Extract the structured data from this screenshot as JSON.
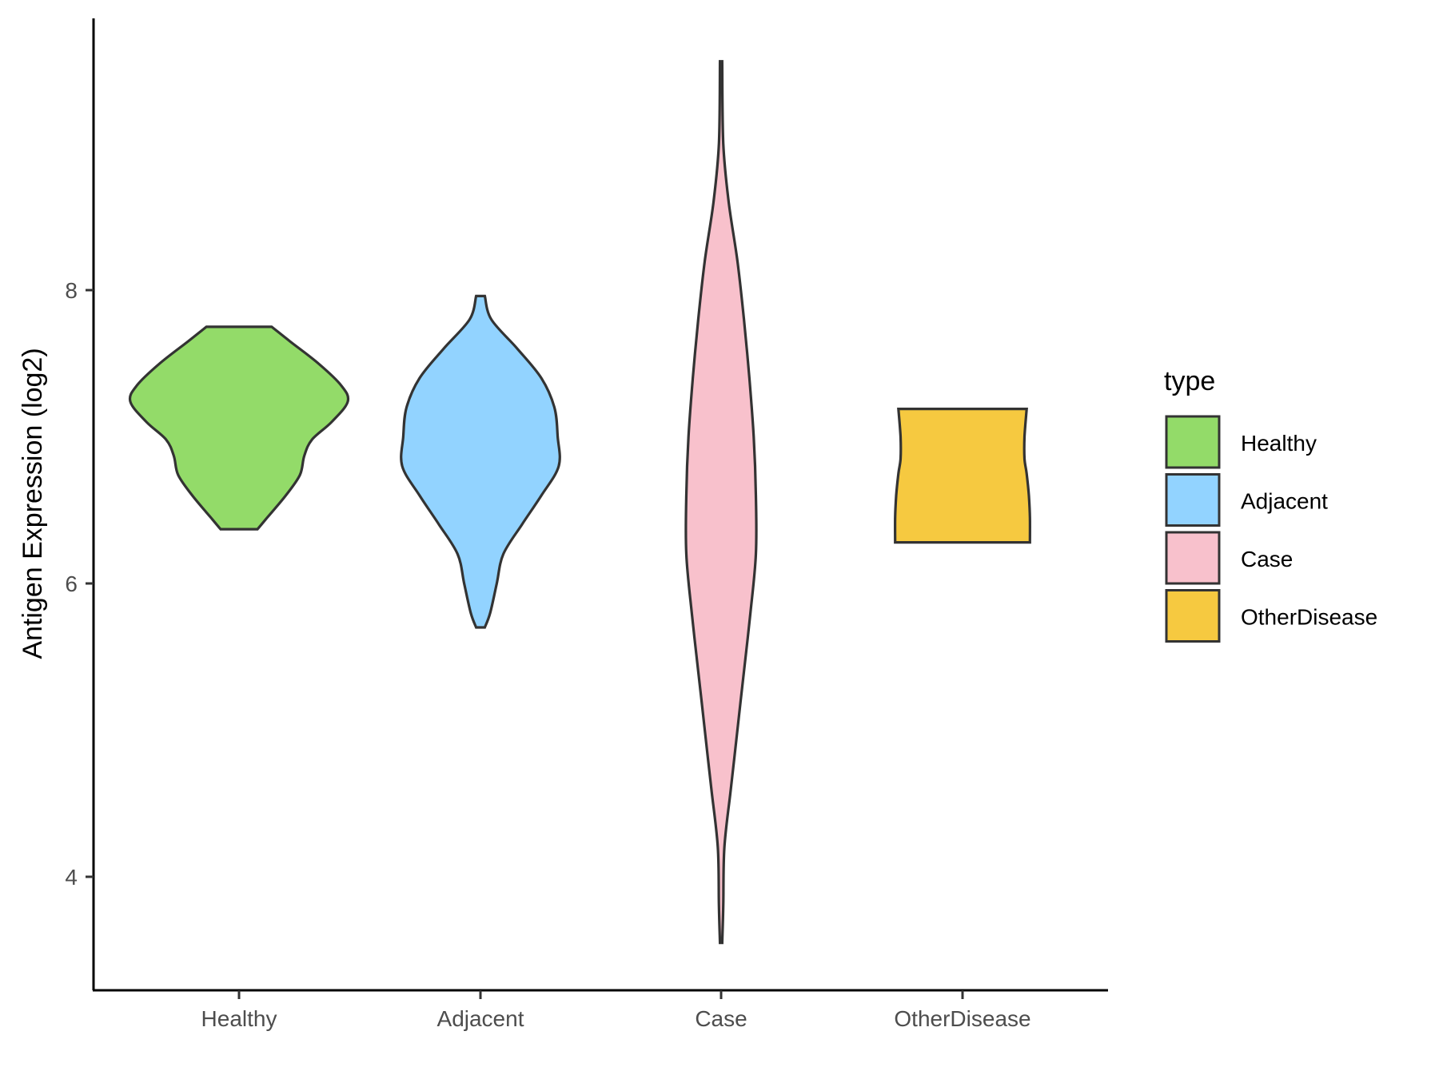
{
  "chart_data": {
    "type": "violin",
    "title": "",
    "xlabel": "",
    "ylabel": "Antigen Expression (log2)",
    "categories": [
      "Healthy",
      "Adjacent",
      "Case",
      "OtherDisease"
    ],
    "yticks": [
      4,
      6,
      8
    ],
    "ylim": [
      3.2,
      9.85
    ],
    "grid": false,
    "legend": {
      "title": "type",
      "position": "right",
      "entries": [
        "Healthy",
        "Adjacent",
        "Case",
        "OtherDisease"
      ]
    },
    "colors": {
      "Healthy": "#93DB69",
      "Adjacent": "#92D3FF",
      "Case": "#F8C1CC",
      "OtherDisease": "#F6C940"
    },
    "series": [
      {
        "name": "Healthy",
        "profile": [
          [
            7.75,
            0.3
          ],
          [
            7.65,
            0.47
          ],
          [
            7.5,
            0.73
          ],
          [
            7.35,
            0.94
          ],
          [
            7.24,
            1.0
          ],
          [
            7.1,
            0.85
          ],
          [
            6.98,
            0.67
          ],
          [
            6.87,
            0.6
          ],
          [
            6.74,
            0.56
          ],
          [
            6.6,
            0.43
          ],
          [
            6.45,
            0.26
          ],
          [
            6.37,
            0.17
          ]
        ]
      },
      {
        "name": "Adjacent",
        "profile": [
          [
            7.96,
            0.04
          ],
          [
            7.8,
            0.1
          ],
          [
            7.6,
            0.34
          ],
          [
            7.4,
            0.56
          ],
          [
            7.2,
            0.68
          ],
          [
            7.0,
            0.71
          ],
          [
            6.8,
            0.72
          ],
          [
            6.6,
            0.56
          ],
          [
            6.4,
            0.38
          ],
          [
            6.2,
            0.21
          ],
          [
            6.0,
            0.15
          ],
          [
            5.8,
            0.09
          ],
          [
            5.7,
            0.04
          ]
        ]
      },
      {
        "name": "Case",
        "profile": [
          [
            9.56,
            0.01
          ],
          [
            9.0,
            0.02
          ],
          [
            8.6,
            0.07
          ],
          [
            8.2,
            0.15
          ],
          [
            7.8,
            0.21
          ],
          [
            7.4,
            0.26
          ],
          [
            7.0,
            0.3
          ],
          [
            6.6,
            0.32
          ],
          [
            6.2,
            0.32
          ],
          [
            5.8,
            0.27
          ],
          [
            5.4,
            0.21
          ],
          [
            5.0,
            0.15
          ],
          [
            4.6,
            0.09
          ],
          [
            4.2,
            0.03
          ],
          [
            3.8,
            0.02
          ],
          [
            3.55,
            0.01
          ]
        ]
      },
      {
        "name": "OtherDisease",
        "profile": [
          [
            7.19,
            0.59
          ],
          [
            7.0,
            0.57
          ],
          [
            6.85,
            0.57
          ],
          [
            6.75,
            0.59
          ],
          [
            6.6,
            0.61
          ],
          [
            6.45,
            0.62
          ],
          [
            6.28,
            0.62
          ]
        ]
      }
    ]
  }
}
